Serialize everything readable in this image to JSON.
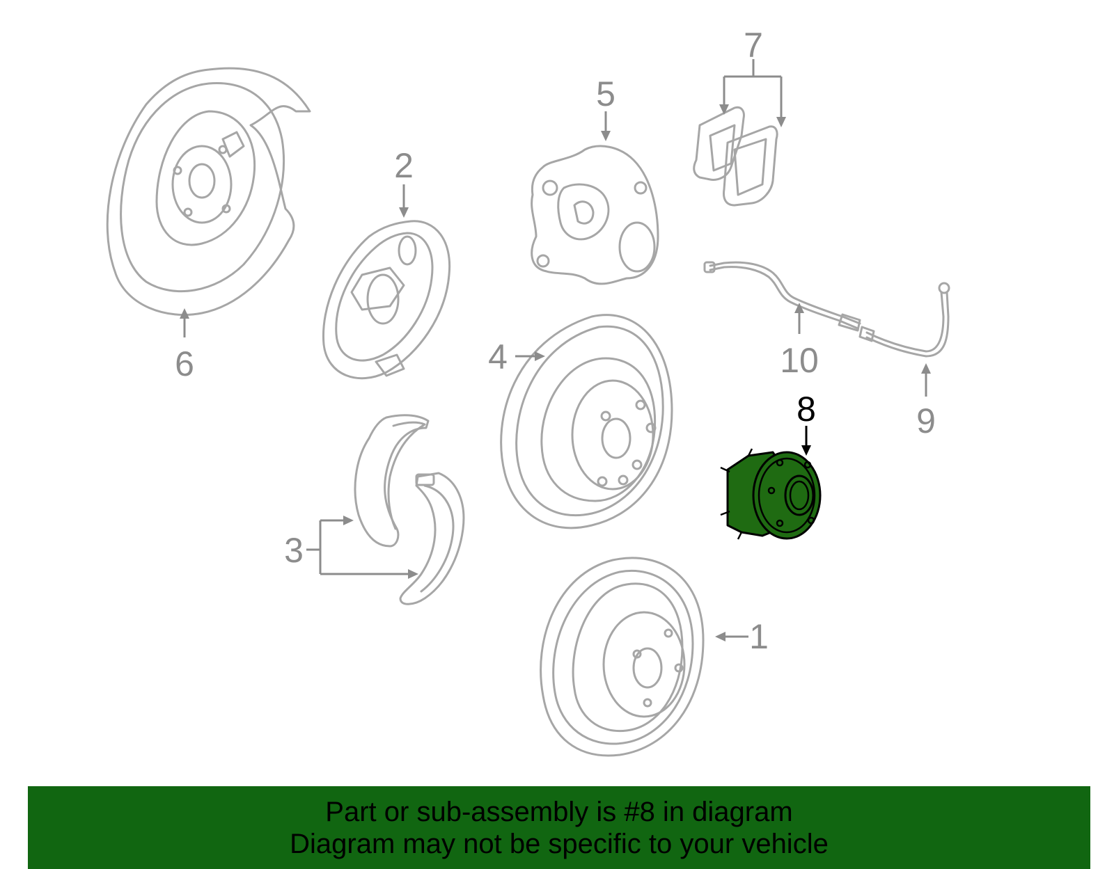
{
  "callouts": {
    "c1": "1",
    "c2": "2",
    "c3": "3",
    "c4": "4",
    "c5": "5",
    "c6": "6",
    "c7": "7",
    "c8": "8",
    "c9": "9",
    "c10": "10"
  },
  "highlight": {
    "part_number": "8",
    "fill_color": "#1f6b12"
  },
  "banner": {
    "line1": "Part or sub-assembly is #8 in diagram",
    "line2": "Diagram may not be specific to your vehicle",
    "background_color": "#116611"
  }
}
